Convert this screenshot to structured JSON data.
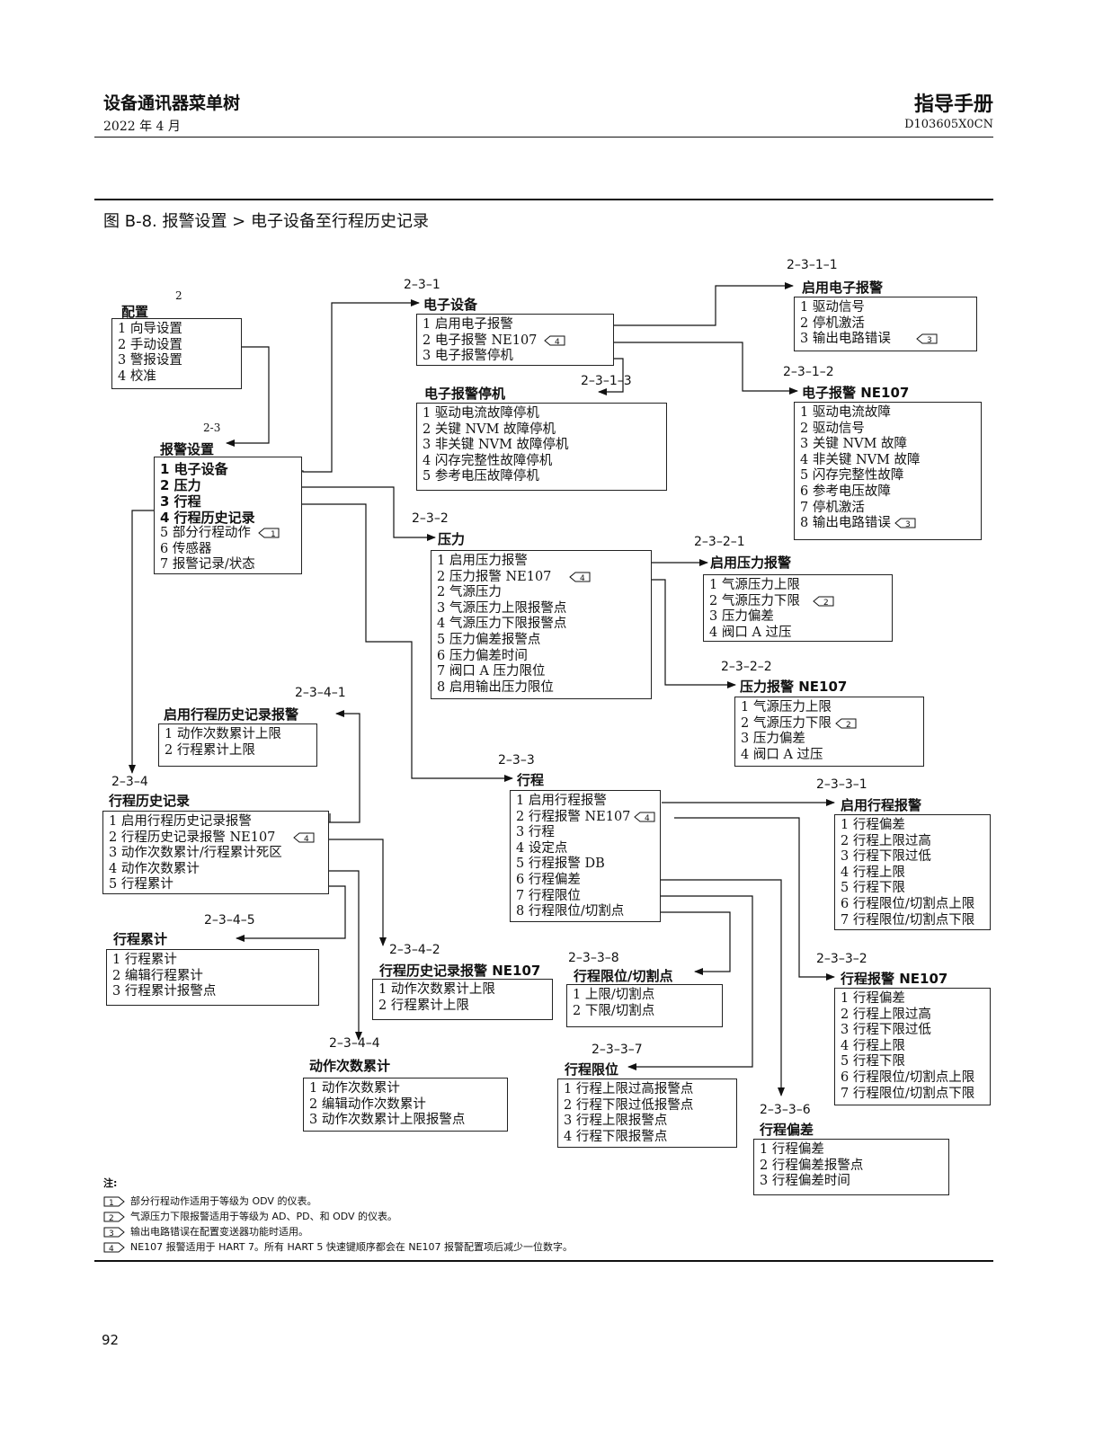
{
  "header": {
    "left_title": "设备通讯器菜单树",
    "left_date": "2022 年 4 月",
    "right_title": "指导手册",
    "right_doc": "D103605X0CN"
  },
  "figure_title": "图 B-8. 报警设置 > 电子设备至行程历史记录",
  "nodes": {
    "config": {
      "id": "",
      "title": "配置",
      "marker": "2",
      "items": [
        "1  向导设置",
        "2  手动设置",
        "3  警报设置",
        "4  校准"
      ]
    },
    "alarm_setup": {
      "id": "",
      "title": "报警设置",
      "marker": "2-3",
      "items": [
        "1 电子设备",
        "2 压力",
        "3 行程",
        "4 行程历史记录",
        "5 部分行程动作",
        "6 传感器",
        "7 报警记录/状态"
      ]
    },
    "electronics": {
      "id": "2–3–1",
      "title": "电子设备",
      "items": [
        "1 启用电子报警",
        "2 电子报警 NE107",
        "3 电子报警停机"
      ]
    },
    "elec_shutdown": {
      "id": "2–3–1–3",
      "title": "电子报警停机",
      "items": [
        "1 驱动电流故障停机",
        "2 关键 NVM 故障停机",
        "3 非关键 NVM 故障停机",
        "4 闪存完整性故障停机",
        "5 参考电压故障停机"
      ]
    },
    "enable_elec_alarm": {
      "id": "2–3–1–1",
      "title": "启用电子报警",
      "items": [
        "1 驱动信号",
        "2 停机激活",
        "3 输出电路错误"
      ]
    },
    "elec_ne107": {
      "id": "2–3–1–2",
      "title": "电子报警 NE107",
      "items": [
        "1 驱动电流故障",
        "2 驱动信号",
        "3 关键 NVM 故障",
        "4 非关键 NVM 故障",
        "5 闪存完整性故障",
        "6 参考电压故障",
        "7 停机激活",
        "8 输出电路错误"
      ]
    },
    "pressure": {
      "id": "2–3–2",
      "title": "压力",
      "items": [
        "1 启用压力报警",
        "2 压力报警 NE107",
        "2 气源压力",
        "3 气源压力上限报警点",
        "4 气源压力下限报警点",
        "5 压力偏差报警点",
        "6 压力偏差时间",
        "7 阀口 A 压力限位",
        "8 启用输出压力限位"
      ]
    },
    "enable_press_alarm": {
      "id": "2–3–2–1",
      "title": "启用压力报警",
      "items": [
        "1 气源压力上限",
        "2 气源压力下限",
        "3 压力偏差",
        "4 阀口 A 过压"
      ]
    },
    "press_ne107": {
      "id": "2–3–2–2",
      "title": "压力报警 NE107",
      "items": [
        "1 气源压力上限",
        "2 气源压力下限",
        "3 压力偏差",
        "4 阀口 A 过压"
      ]
    },
    "travel": {
      "id": "2–3–3",
      "title": "行程",
      "items": [
        "1 启用行程报警",
        "2 行程报警 NE107",
        "3 行程",
        "4 设定点",
        "5 行程报警 DB",
        "6 行程偏差",
        "7 行程限位",
        "8 行程限位/切割点"
      ]
    },
    "enable_travel_alarm": {
      "id": "2–3–3–1",
      "title": "启用行程报警",
      "items": [
        "1 行程偏差",
        "2 行程上限过高",
        "3 行程下限过低",
        "4 行程上限",
        "5 行程下限",
        "6 行程限位/切割点上限",
        "7 行程限位/切割点下限"
      ]
    },
    "travel_ne107": {
      "id": "2–3–3–2",
      "title": "行程报警 NE107",
      "items": [
        "1 行程偏差",
        "2 行程上限过高",
        "3 行程下限过低",
        "4 行程上限",
        "5 行程下限",
        "6 行程限位/切割点上限",
        "7 行程限位/切割点下限"
      ]
    },
    "travel_cutoff": {
      "id": "2–3–3–8",
      "title": "行程限位/切割点",
      "items": [
        "1 上限/切割点",
        "2 下限/切割点"
      ]
    },
    "travel_limit": {
      "id": "2–3–3–7",
      "title": "行程限位",
      "items": [
        "1 行程上限过高报警点",
        "2 行程下限过低报警点",
        "3 行程上限报警点",
        "4 行程下限报警点"
      ]
    },
    "travel_deviation": {
      "id": "2–3–3–6",
      "title": "行程偏差",
      "items": [
        "1 行程偏差",
        "2 行程偏差报警点",
        "3 行程偏差时间"
      ]
    },
    "travel_history": {
      "id": "2–3–4",
      "title": "行程历史记录",
      "items": [
        "1 启用行程历史记录报警",
        "2 行程历史记录报警 NE107",
        "3 动作次数累计/行程累计死区",
        "4 动作次数累计",
        "5  行程累计"
      ]
    },
    "enable_hist_alarm": {
      "id": "2–3–4–1",
      "title": "启用行程历史记录报警",
      "items": [
        "1 动作次数累计上限",
        "2 行程累计上限"
      ]
    },
    "hist_ne107": {
      "id": "2–3–4–2",
      "title": "行程历史记录报警 NE107",
      "items": [
        "1 动作次数累计上限",
        "2 行程累计上限"
      ]
    },
    "travel_accum": {
      "id": "2–3–4–5",
      "title": "行程累计",
      "items": [
        "1 行程累计",
        "2 编辑行程累计",
        "3 行程累计报警点"
      ]
    },
    "cycle_count": {
      "id": "2–3–4–4",
      "title": "动作次数累计",
      "items": [
        "1 动作次数累计",
        "2 编辑动作次数累计",
        "3 动作次数累计上限报警点"
      ]
    }
  },
  "notes": {
    "label": "注:",
    "items": [
      {
        "num": "1",
        "text": "部分行程动作适用于等级为 ODV 的仪表。"
      },
      {
        "num": "2",
        "text": "气源压力下限报警适用于等级为 AD、PD、和 ODV 的仪表。"
      },
      {
        "num": "3",
        "text": "输出电路错误在配置变送器功能时适用。"
      },
      {
        "num": "4",
        "text": "NE107 报警适用于 HART 7。所有 HART 5 快速键顺序都会在 NE107 报警配置项后减少一位数字。"
      }
    ]
  },
  "page_number": "92"
}
